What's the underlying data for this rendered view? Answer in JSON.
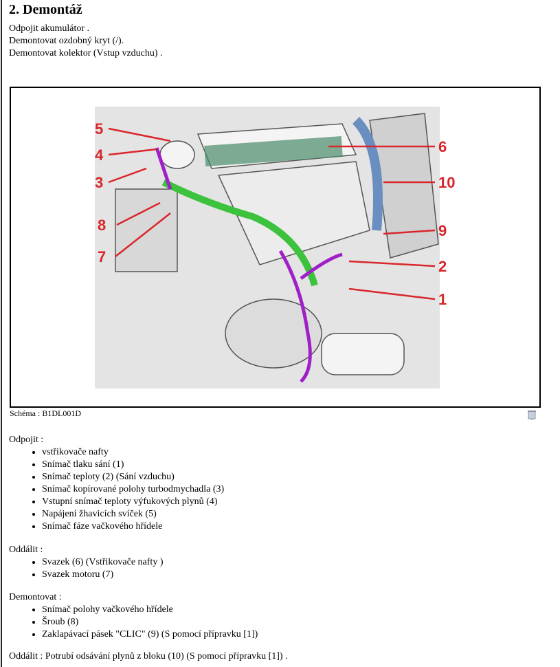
{
  "title": "2. Demontáž",
  "intro": [
    "Odpojit akumulátor .",
    "Demontovat ozdobný kryt (/).",
    "Demontovat kolektor (Vstup vzduchu) ."
  ],
  "figure": {
    "callouts": [
      "1",
      "2",
      "3",
      "4",
      "5",
      "6",
      "7",
      "8",
      "9",
      "10"
    ],
    "caption": "Schéma : B1DL001D",
    "colors": {
      "callout": "#d9262b",
      "harness": "#a020c8",
      "hose": "#3cc23c",
      "pipe": "#6a8ec0"
    }
  },
  "sections": [
    {
      "heading": "Odpojit :",
      "items": [
        "vstřikovače nafty",
        "Snímač tlaku sání (1)",
        "Snímač teploty (2) (Sání vzduchu)",
        "Snímač kopírované polohy turbodmychadla (3)",
        "Vstupní snímač teploty výfukových plynů (4)",
        "Napájení žhavicích svíček (5)",
        "Snímač fáze vačkového hřídele"
      ]
    },
    {
      "heading": "Oddálit :",
      "items": [
        "Svazek (6) (Vstřikovače nafty )",
        "Svazek motoru (7)"
      ]
    },
    {
      "heading": "Demontovat :",
      "items": [
        "Snímač polohy vačkového hřídele",
        "Šroub (8)",
        "Zaklapávací pásek \"CLIC\" (9) (S pomocí přípravku [1])"
      ]
    }
  ],
  "final": "Oddálit : Potrubí odsávání plynů z bloku (10) (S pomocí přípravku [1]) ."
}
